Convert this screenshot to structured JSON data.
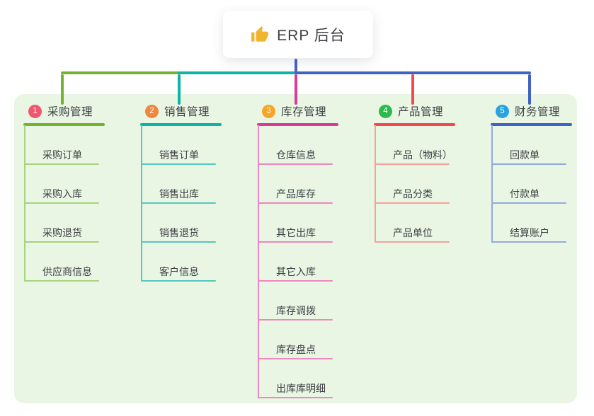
{
  "root": {
    "label": "ERP 后台",
    "icon": "thumbs-up-icon"
  },
  "colors": {
    "panel": "#e9f6e4",
    "trunk": "#4a61c9",
    "text": "#3e4045",
    "thumb": "#f2b32e"
  },
  "branches": [
    {
      "num": "1",
      "label": "采购管理",
      "colors": {
        "main": "#74b332",
        "light": "#a8d37c",
        "badge": "#f2566e"
      },
      "children": [
        "采购订单",
        "采购入库",
        "采购退货",
        "供应商信息"
      ]
    },
    {
      "num": "2",
      "label": "销售管理",
      "colors": {
        "main": "#0eb3a5",
        "light": "#55c8bd",
        "badge": "#f0873c"
      },
      "children": [
        "销售订单",
        "销售出库",
        "销售退货",
        "客户信息"
      ]
    },
    {
      "num": "3",
      "label": "库存管理",
      "colors": {
        "main": "#da3a99",
        "light": "#ee86c1",
        "badge": "#f6a527"
      },
      "children": [
        "仓库信息",
        "产品库存",
        "其它出库",
        "其它入库",
        "库存调拨",
        "库存盘点",
        "出库库明细"
      ]
    },
    {
      "num": "4",
      "label": "产品管理",
      "colors": {
        "main": "#f4494f",
        "light": "#f89f9b",
        "badge": "#2eb94f"
      },
      "children": [
        "产品（物料）",
        "产品分类",
        "产品单位"
      ]
    },
    {
      "num": "5",
      "label": "财务管理",
      "colors": {
        "main": "#3e63c5",
        "light": "#93aae1",
        "badge": "#28a3e0"
      },
      "children": [
        "回款单",
        "付款单",
        "结算账户"
      ]
    }
  ]
}
